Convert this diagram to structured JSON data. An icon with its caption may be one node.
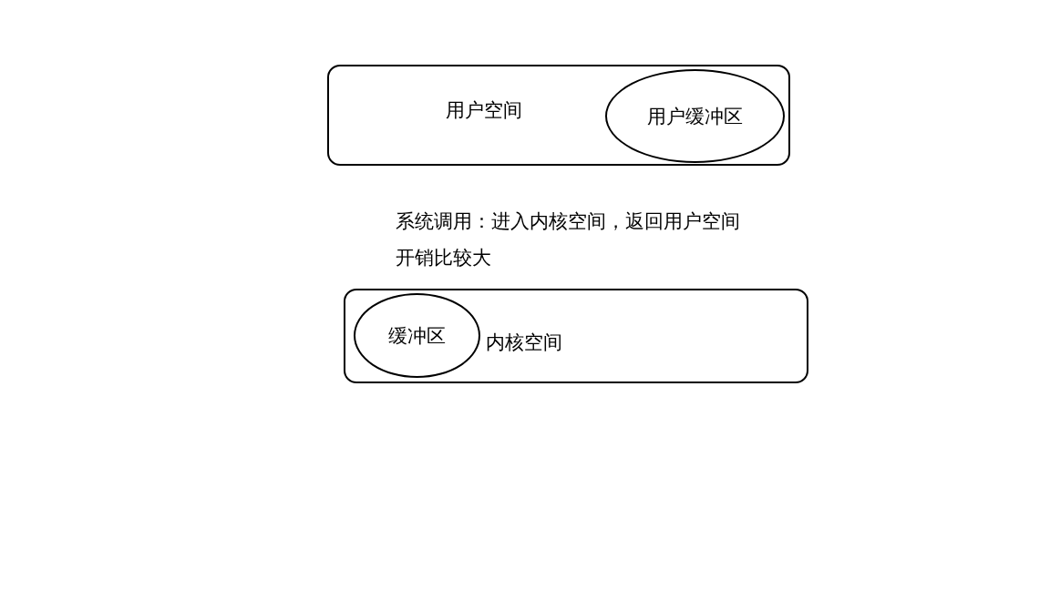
{
  "diagram": {
    "nodes": [
      {
        "text": [
          "用户空间"
        ]
      },
      {
        "text": [
          "用户缓冲区"
        ],
        "in": 0
      },
      {
        "text": [
          "内核空间"
        ]
      },
      {
        "text": [
          "缓冲区"
        ],
        "in": 2
      }
    ],
    "labels": [
      "系统调用：进入内核空间，返回用户空间",
      "开销比较大"
    ]
  }
}
